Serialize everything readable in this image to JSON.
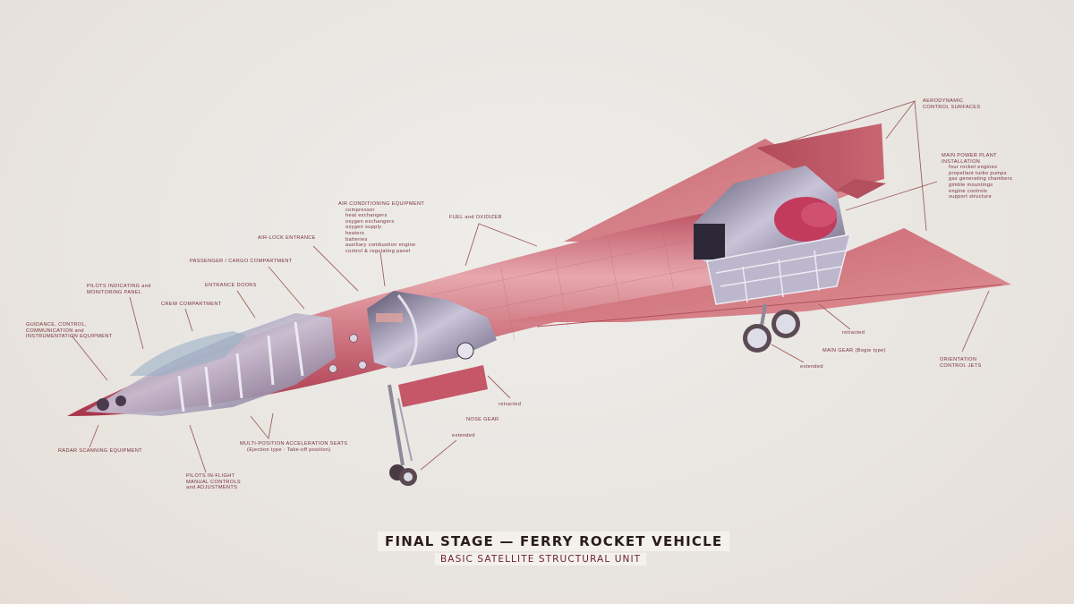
{
  "title": "FINAL STAGE — FERRY ROCKET VEHICLE",
  "subtitle": "BASIC SATELLITE STRUCTURAL UNIT",
  "colors": {
    "background": "#ebe8e4",
    "hull": "#c8596a",
    "hull_light": "#e9a9ae",
    "hull_dark": "#9e2e44",
    "label_text": "#7a2f3c",
    "leader_line": "#a0605c",
    "structure": "#c9c6d6"
  },
  "labels": {
    "aero_surfaces": "AERODYNAMIC CONTROL SURFACES",
    "main_power": {
      "title": "MAIN POWER PLANT INSTALLATION",
      "items": [
        "four rocket engines",
        "propellant turbo pumps",
        "gas generating chambers",
        "gimble mountings",
        "engine controls",
        "support structure"
      ]
    },
    "air_conditioning": {
      "title": "AIR CONDITIONING EQUIPMENT",
      "items": [
        "compressor",
        "heat exchangers",
        "oxygen exchangers",
        "oxygen supply",
        "heaters",
        "batteries",
        "auxiliary combustion engine",
        "control & regulating panel"
      ]
    },
    "fuel": "FUEL and OXIDIZER",
    "air_lock": "AIR-LOCK ENTRANCE",
    "passenger_cargo": "PASSENGER / CARGO COMPARTMENT",
    "entrance_doors": "ENTRANCE DOORS",
    "pilots_panel": "PILOTS INDICATING and MONITORING PANEL",
    "crew_compartment": "CREW COMPARTMENT",
    "guidance": "GUIDANCE, CONTROL, COMMUNICATION and INSTRUMENTATION EQUIPMENT",
    "radar": "RADAR SCANNING EQUIPMENT",
    "pilots_controls": "PILOTS IN-FLIGHT MANUAL CONTROLS and ADJUSTMENTS",
    "seats": "MULTI-POSITION ACCELERATION SEATS",
    "seats_sub": "(Ejection type · Take-off position)",
    "nose_gear": "NOSE GEAR",
    "nose_retracted": "retracted",
    "nose_extended": "extended",
    "main_gear": "MAIN GEAR (Bogie type)",
    "main_retracted": "retracted",
    "main_extended": "extended",
    "orientation_jets": "ORIENTATION CONTROL JETS"
  }
}
